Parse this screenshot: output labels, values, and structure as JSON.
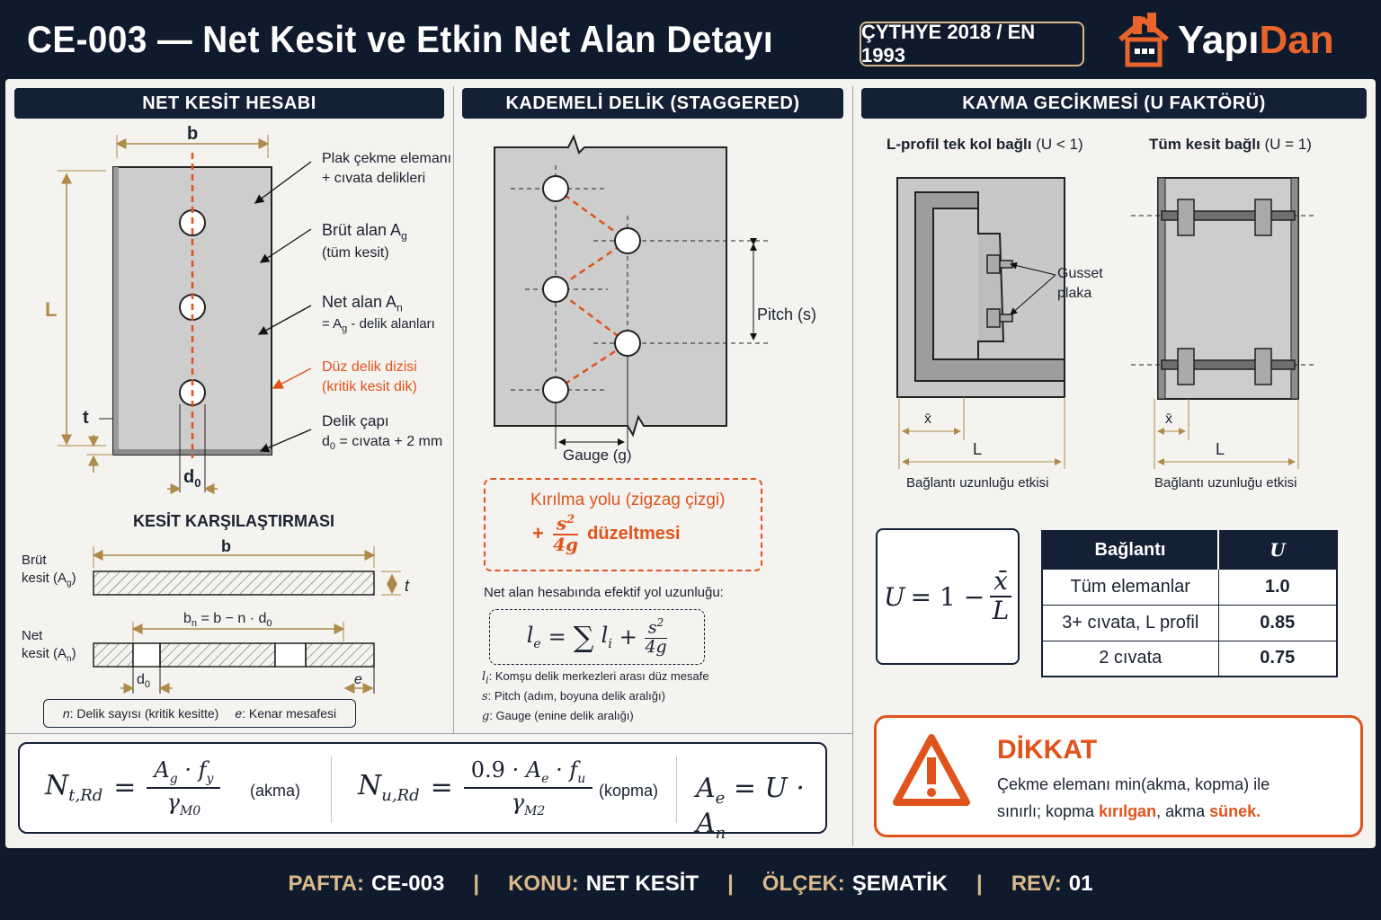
{
  "header": {
    "title": "CE-003 — Net Kesit ve Etkin Net Alan Detayı",
    "standard": "ÇYTHYE 2018 / EN 1993",
    "logo_part1": "Yapı",
    "logo_part2": "Dan"
  },
  "colors": {
    "navy": "#0f1b2d",
    "orange": "#e0531c",
    "gold": "#d9b98a",
    "panel": "#f4f3ef"
  },
  "panel1": {
    "header": "NET KESİT HESABI",
    "dim_b": "b",
    "dim_L": "L",
    "dim_t": "t",
    "dim_d0": "d",
    "dim_d0_sub": "0",
    "callouts": {
      "c1_l1": "Plak çekme elemanı",
      "c1_l2": "+ cıvata delikleri",
      "c2_l1": "Brüt alan A",
      "c2_sub": "g",
      "c2_l2": "(tüm kesit)",
      "c3_l1": "Net alan A",
      "c3_sub": "n",
      "c3_l2a": "= A",
      "c3_l2sub": "g",
      "c3_l2b": " - delik alanları",
      "c4_l1": "Düz delik dizisi",
      "c4_l2": "(kritik kesit dik)",
      "c5_l1": "Delik çapı",
      "c5_l2a": "d",
      "c5_l2sub": "0",
      "c5_l2b": " = cıvata + 2 mm"
    },
    "comparison_title": "KESİT KARŞILAŞTIRMASI",
    "gross_label_l1": "Brüt",
    "gross_label_l2": "kesit (A",
    "gross_label_sub": "g",
    "net_label_l1": "Net",
    "net_label_l2": "kesit (A",
    "net_label_sub": "n",
    "bn_formula": "b",
    "bn_sub": "n",
    "bn_rest": " = b − n · d",
    "bn_rest_sub": "0",
    "dim_e": "e",
    "legend_n": "n",
    "legend_n_text": ": Delik sayısı (kritik kesitte)",
    "legend_e": "e",
    "legend_e_text": ": Kenar mesafesi"
  },
  "panel2": {
    "header": "KADEMELİ DELİK (STAGGERED)",
    "pitch_label": "Pitch (s)",
    "gauge_label": "Gauge (g)",
    "break_title": "Kırılma yolu (zigzag çizgi)",
    "break_plus": "+",
    "break_num": "s",
    "break_num_sup": "2",
    "break_den": "4g",
    "break_suffix": "düzeltmesi",
    "effective_intro": "Net alan hesabında efektif yol uzunluğu:",
    "def_li": ": Komşu delik merkezleri arası düz mesafe",
    "def_s": ": Pitch (adım, boyuna delik aralığı)",
    "def_g": ": Gauge (enine delik aralığı)"
  },
  "panel3": {
    "header": "KAYMA GECİKMESİ (U FAKTÖRÜ)",
    "left_title": "L-profil tek kol bağlı",
    "left_title_u": "(U < 1)",
    "right_title": "Tüm kesit bağlı",
    "right_title_u": "(U = 1)",
    "gusset_l1": "Gusset",
    "gusset_l2": "plaka",
    "xbar": "x̄",
    "L": "L",
    "caption_left": "Bağlantı uzunluğu etkisi",
    "caption_right": "Bağlantı uzunluğu etkisi",
    "table": {
      "headers": [
        "Bağlantı",
        "U"
      ],
      "rows": [
        [
          "Tüm elemanlar",
          "1.0"
        ],
        [
          "3+ cıvata, L profil",
          "0.85"
        ],
        [
          "2 cıvata",
          "0.75"
        ]
      ]
    },
    "warning_title": "DİKKAT",
    "warning_l1": "Çekme elemanı min(akma, kopma) ile",
    "warning_l2a": "sınırlı; kopma ",
    "warning_kw1": "kırılgan",
    "warning_l2b": ", akma ",
    "warning_kw2": "sünek."
  },
  "formulas": {
    "akma": "(akma)",
    "kopma": "(kopma)",
    "coef": "0.9"
  },
  "footer": {
    "pafta_k": "PAFTA:",
    "pafta_v": "CE-003",
    "konu_k": "KONU:",
    "konu_v": "NET KESİT",
    "olcek_k": "ÖLÇEK:",
    "olcek_v": "ŞEMATİK",
    "rev_k": "REV:",
    "rev_v": "01"
  }
}
